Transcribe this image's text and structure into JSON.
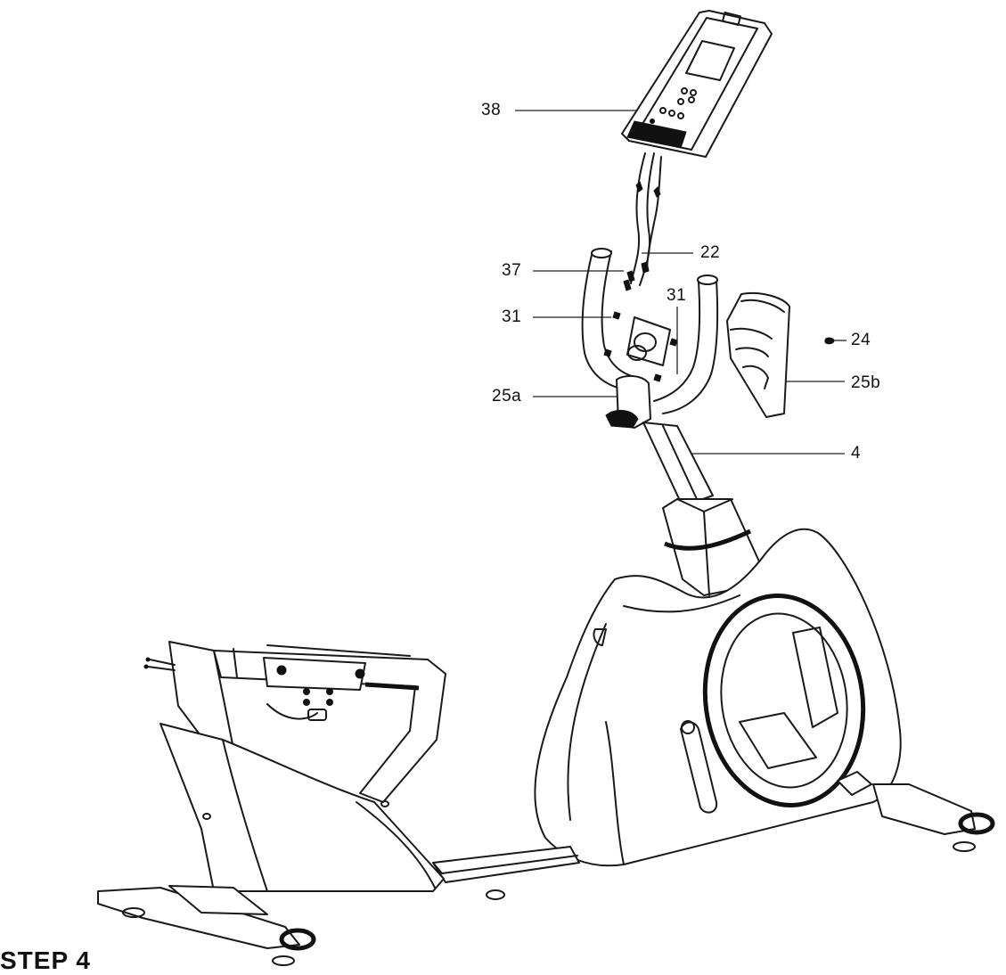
{
  "diagram": {
    "callouts": [
      {
        "id": "38",
        "label": "38"
      },
      {
        "id": "22",
        "label": "22"
      },
      {
        "id": "37",
        "label": "37"
      },
      {
        "id": "31a",
        "label": "31"
      },
      {
        "id": "31b",
        "label": "31"
      },
      {
        "id": "24",
        "label": "24"
      },
      {
        "id": "25a",
        "label": "25a"
      },
      {
        "id": "25b",
        "label": "25b"
      },
      {
        "id": "4",
        "label": "4"
      }
    ],
    "step_label": "STEP 4"
  }
}
